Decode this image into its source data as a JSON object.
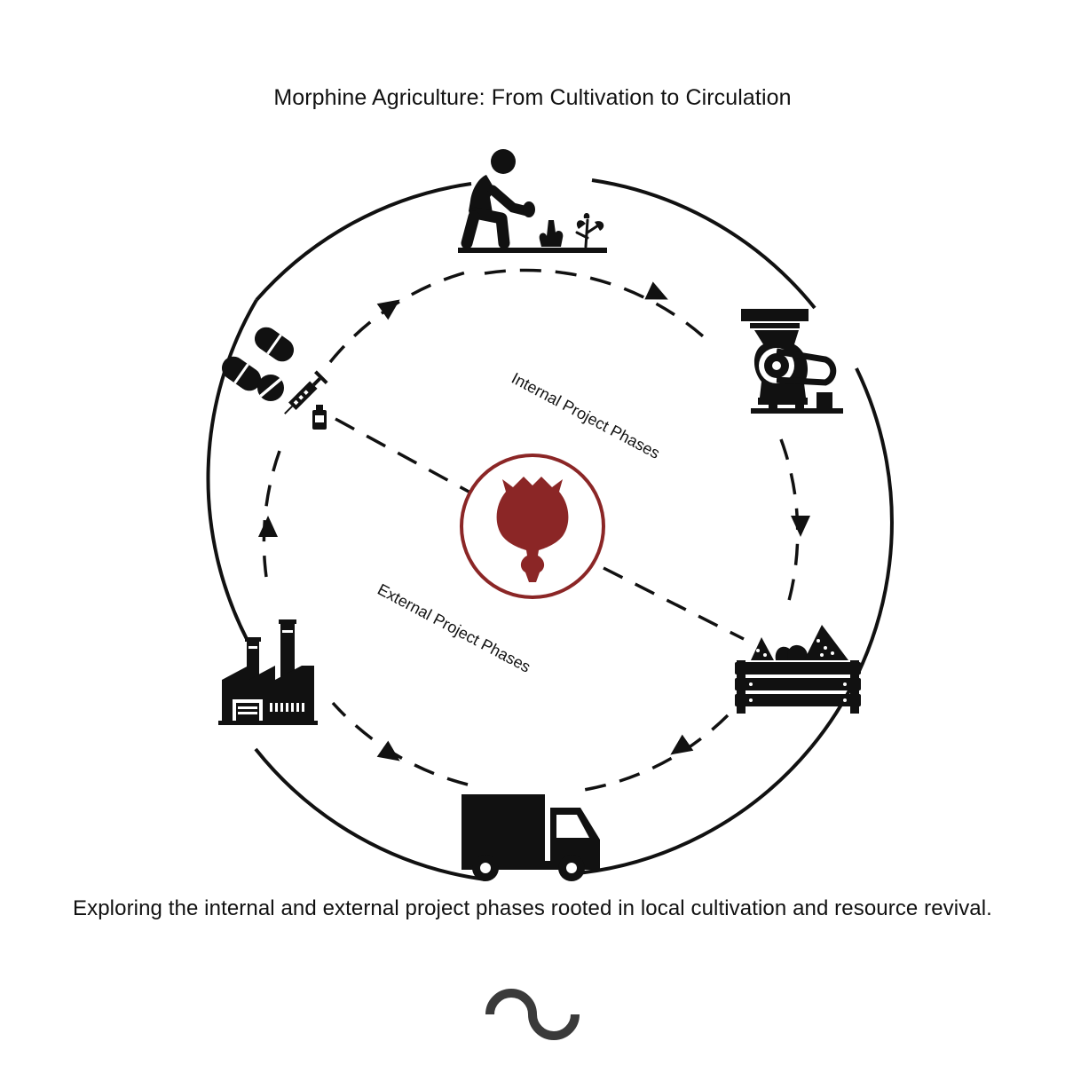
{
  "title": "Morphine Agriculture: From Cultivation to Circulation",
  "caption": "Exploring the internal and external project phases rooted in local cultivation and resource revival.",
  "labels": {
    "internal": "Internal Project Phases",
    "external": "External Project Phases"
  },
  "stages": [
    {
      "icon": "farmer-planting-icon"
    },
    {
      "icon": "press-machine-icon"
    },
    {
      "icon": "harvest-crate-icon"
    },
    {
      "icon": "delivery-truck-icon"
    },
    {
      "icon": "factory-icon"
    },
    {
      "icon": "medicine-pills-syringe-icon"
    }
  ],
  "center": {
    "icon": "poppy-pod-icon"
  },
  "footer": {
    "icon": "wave-logo-icon"
  },
  "colors": {
    "ink": "#111111",
    "poppy": "#8b2626",
    "logo": "#3a3a3a"
  }
}
